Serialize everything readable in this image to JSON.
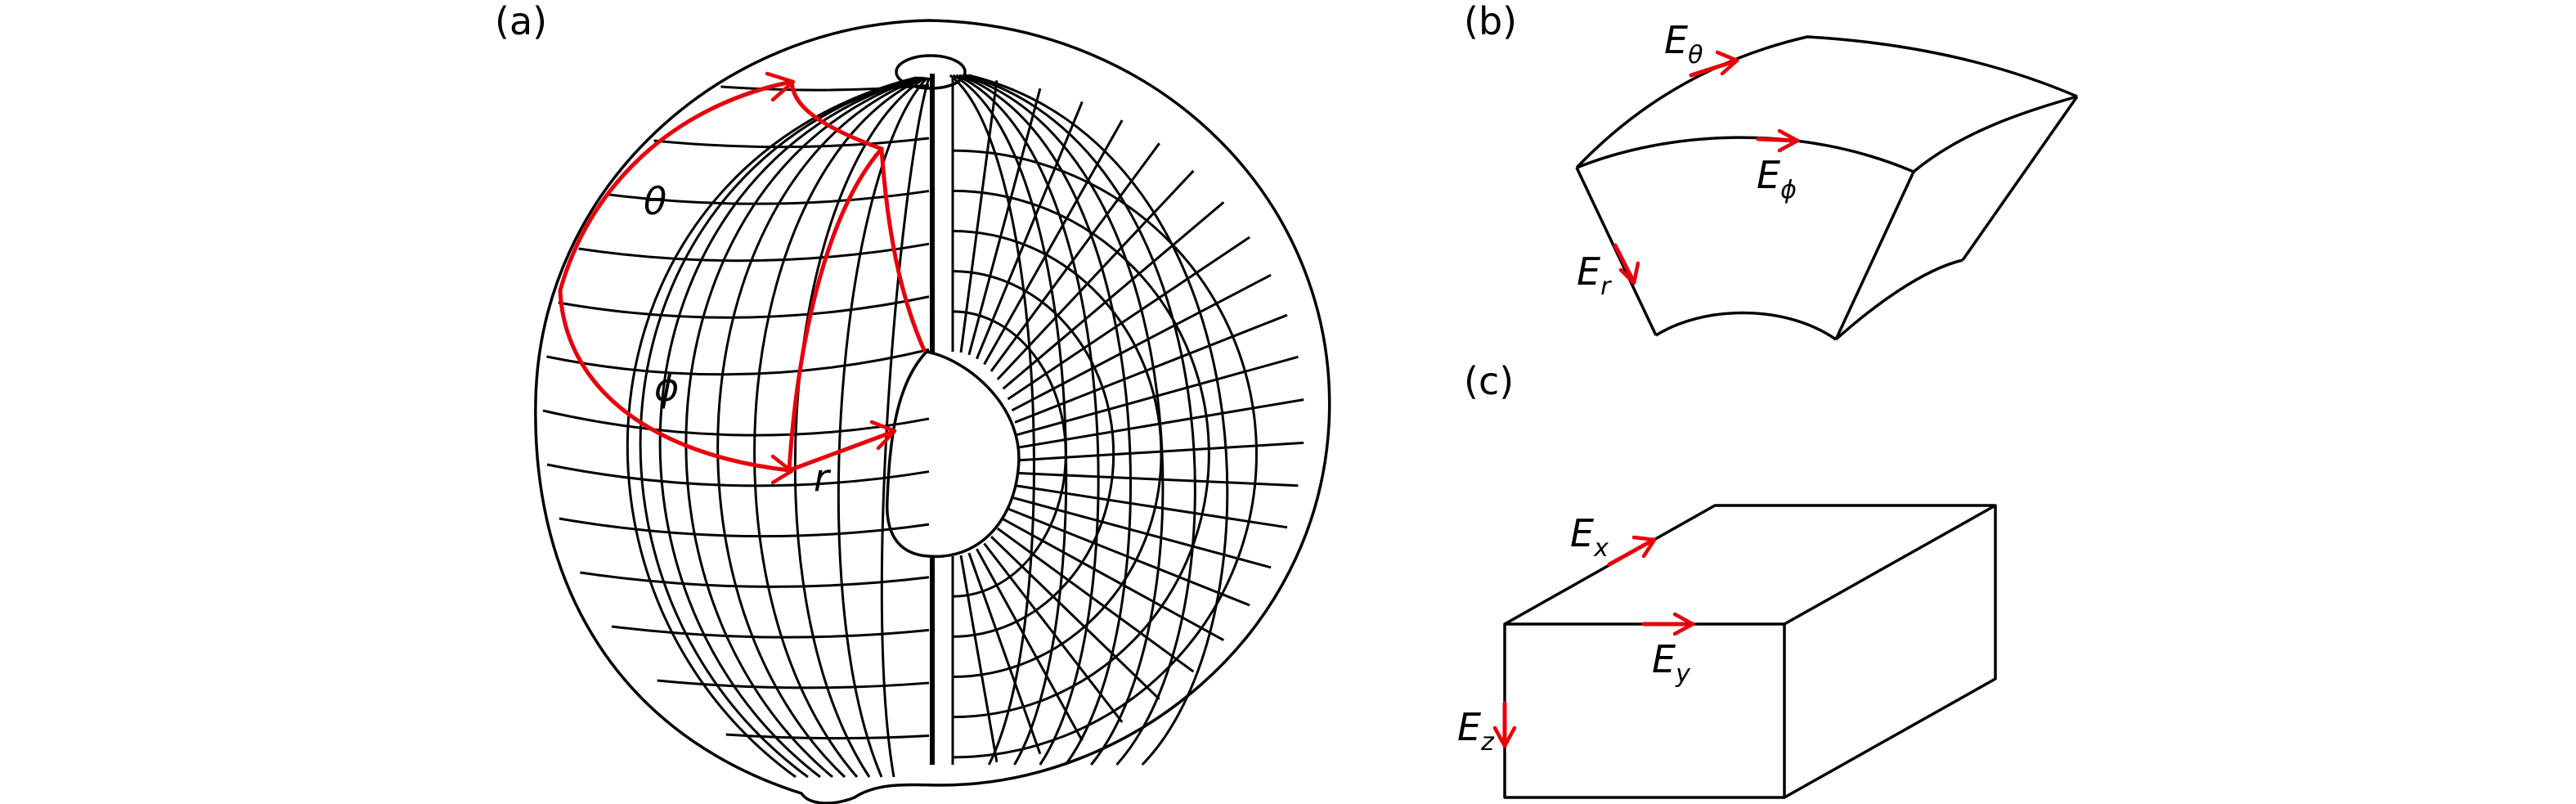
{
  "panels": {
    "a": {
      "label": "(a)",
      "vars": {
        "theta": "θ",
        "phi": "ϕ",
        "r": "r"
      }
    },
    "b": {
      "label": "(b)",
      "fields": [
        {
          "base": "E",
          "sub": "θ"
        },
        {
          "base": "E",
          "sub": "ϕ"
        },
        {
          "base": "E",
          "sub": "r"
        }
      ]
    },
    "c": {
      "label": "(c)",
      "fields": [
        {
          "base": "E",
          "sub": "x"
        },
        {
          "base": "E",
          "sub": "y"
        },
        {
          "base": "E",
          "sub": "z"
        }
      ]
    }
  },
  "colors": {
    "line": "#000000",
    "vector": "#e8000b",
    "background": "#ffffff"
  }
}
